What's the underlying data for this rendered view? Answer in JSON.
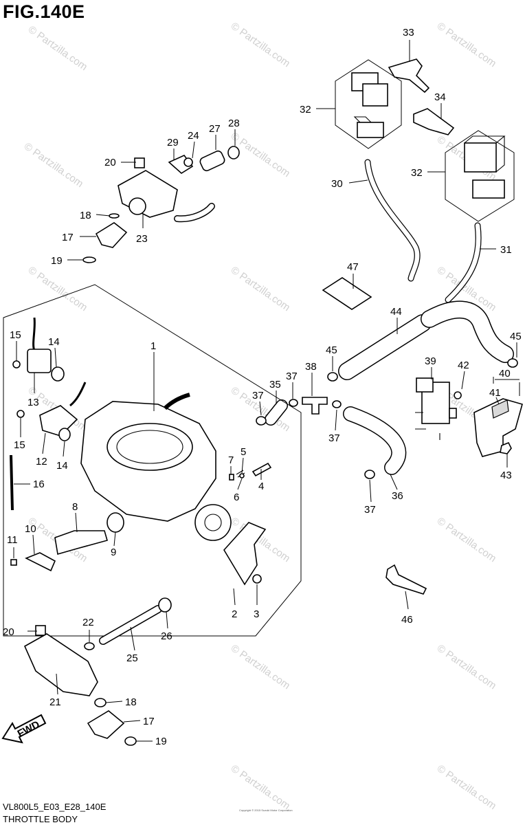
{
  "figure": {
    "title": "FIG.140E",
    "code": "VL800L5_E03_E28_140E",
    "name": "THROTTLE BODY",
    "fwd_label": "FWD",
    "copyright_small": "Copyright © 2015 Suzuki Motor Corporation"
  },
  "watermark": "© Partzilla.com",
  "callouts": [
    {
      "id": "n33",
      "label": "33"
    },
    {
      "id": "n32a",
      "label": "32"
    },
    {
      "id": "n34",
      "label": "34"
    },
    {
      "id": "n32b",
      "label": "32"
    },
    {
      "id": "n30",
      "label": "30"
    },
    {
      "id": "n31",
      "label": "31"
    },
    {
      "id": "n47",
      "label": "47"
    },
    {
      "id": "n44",
      "label": "44"
    },
    {
      "id": "n45a",
      "label": "45"
    },
    {
      "id": "n45b",
      "label": "45"
    },
    {
      "id": "n20a",
      "label": "20"
    },
    {
      "id": "n29",
      "label": "29"
    },
    {
      "id": "n24",
      "label": "24"
    },
    {
      "id": "n27",
      "label": "27"
    },
    {
      "id": "n28",
      "label": "28"
    },
    {
      "id": "n18a",
      "label": "18"
    },
    {
      "id": "n17a",
      "label": "17"
    },
    {
      "id": "n19a",
      "label": "19"
    },
    {
      "id": "n23",
      "label": "23"
    },
    {
      "id": "n1",
      "label": "1"
    },
    {
      "id": "n15a",
      "label": "15"
    },
    {
      "id": "n14a",
      "label": "14"
    },
    {
      "id": "n13",
      "label": "13"
    },
    {
      "id": "n15b",
      "label": "15"
    },
    {
      "id": "n12",
      "label": "12"
    },
    {
      "id": "n14b",
      "label": "14"
    },
    {
      "id": "n16",
      "label": "16"
    },
    {
      "id": "n7",
      "label": "7"
    },
    {
      "id": "n5",
      "label": "5"
    },
    {
      "id": "n6",
      "label": "6"
    },
    {
      "id": "n4",
      "label": "4"
    },
    {
      "id": "n8",
      "label": "8"
    },
    {
      "id": "n9",
      "label": "9"
    },
    {
      "id": "n10",
      "label": "10"
    },
    {
      "id": "n11",
      "label": "11"
    },
    {
      "id": "n2",
      "label": "2"
    },
    {
      "id": "n3",
      "label": "3"
    },
    {
      "id": "n37a",
      "label": "37"
    },
    {
      "id": "n35",
      "label": "35"
    },
    {
      "id": "n37b",
      "label": "37"
    },
    {
      "id": "n38",
      "label": "38"
    },
    {
      "id": "n37c",
      "label": "37"
    },
    {
      "id": "n36",
      "label": "36"
    },
    {
      "id": "n37d",
      "label": "37"
    },
    {
      "id": "n39",
      "label": "39"
    },
    {
      "id": "n42",
      "label": "42"
    },
    {
      "id": "n40",
      "label": "40"
    },
    {
      "id": "n41",
      "label": "41"
    },
    {
      "id": "n43",
      "label": "43"
    },
    {
      "id": "n46",
      "label": "46"
    },
    {
      "id": "n20b",
      "label": "20"
    },
    {
      "id": "n22",
      "label": "22"
    },
    {
      "id": "n26",
      "label": "26"
    },
    {
      "id": "n25",
      "label": "25"
    },
    {
      "id": "n21",
      "label": "21"
    },
    {
      "id": "n18b",
      "label": "18"
    },
    {
      "id": "n17b",
      "label": "17"
    },
    {
      "id": "n19b",
      "label": "19"
    }
  ]
}
